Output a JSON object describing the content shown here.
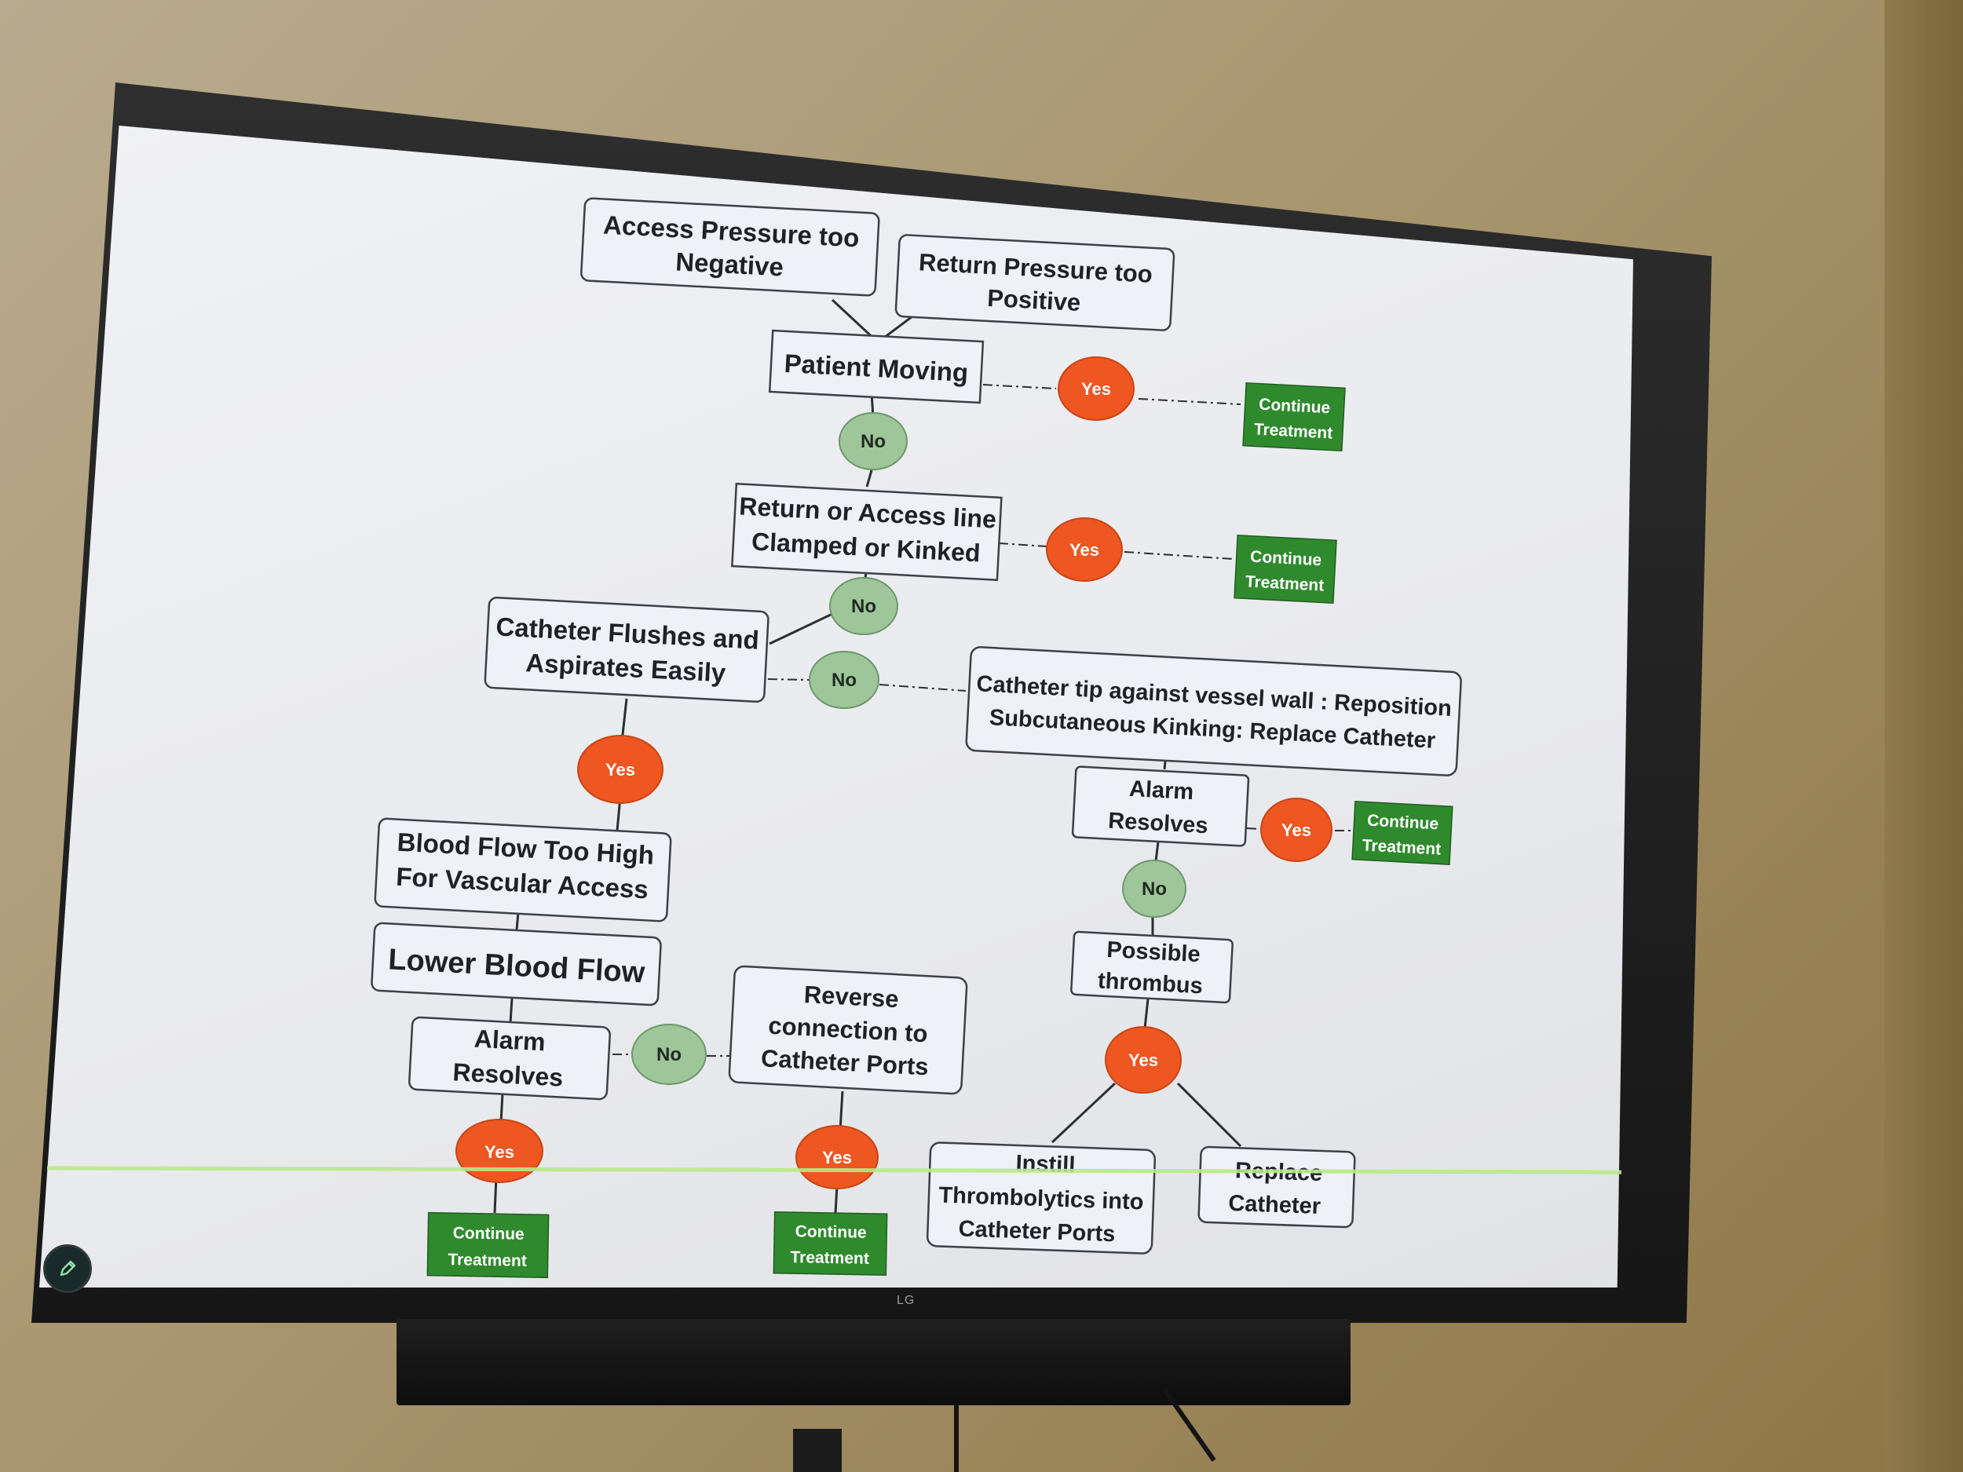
{
  "flowchart": {
    "access_pressure": [
      "Access Pressure too",
      "Negative"
    ],
    "return_pressure": [
      "Return Pressure too",
      "Positive"
    ],
    "patient_moving": [
      "Patient Moving"
    ],
    "line_clamped": [
      "Return or Access line",
      "Clamped or Kinked"
    ],
    "catheter_flushes": [
      "Catheter Flushes and",
      "Aspirates Easily"
    ],
    "catheter_tip": [
      "Catheter tip against vessel wall : Reposition",
      "Subcutaneous Kinking:  Replace Catheter"
    ],
    "blood_flow_high": [
      "Blood Flow Too High",
      "For Vascular Access"
    ],
    "lower_blood_flow": [
      "Lower Blood Flow"
    ],
    "alarm_resolves_left": [
      "Alarm",
      "Resolves"
    ],
    "reverse_connection": [
      "Reverse",
      "connection to",
      "Catheter Ports"
    ],
    "alarm_resolves_right": [
      "Alarm",
      "Resolves"
    ],
    "possible_thrombus": [
      "Possible",
      "thrombus"
    ],
    "instill": [
      "Instill",
      "Thrombolytics into",
      "Catheter Ports"
    ],
    "replace_catheter": [
      "Replace",
      "Catheter"
    ],
    "continue_treatment": [
      "Continue",
      "Treatment"
    ],
    "yes_label": "Yes",
    "no_label": "No"
  },
  "colors": {
    "yes_node": "#ee5622",
    "no_node": "#9fc59b",
    "continue_node": "#2f8a2d"
  },
  "tv": {
    "brand": "LG"
  },
  "icons": {
    "edit": "pencil-icon"
  }
}
